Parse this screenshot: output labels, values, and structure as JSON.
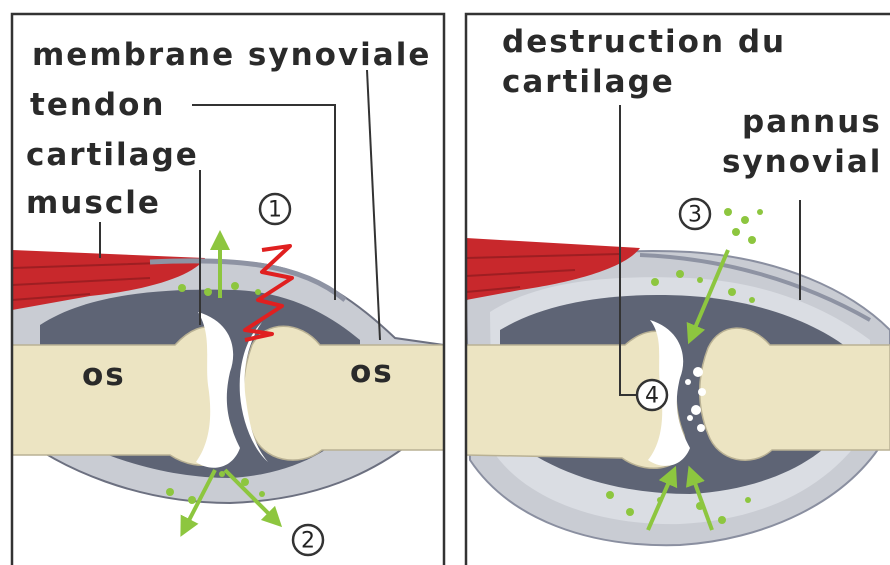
{
  "left_panel": {
    "labels": {
      "membrane": "membrane synoviale",
      "tendon": "tendon",
      "cartilage": "cartilage",
      "muscle": "muscle",
      "os_left": "os",
      "os_right": "os"
    },
    "markers": [
      "1",
      "2"
    ]
  },
  "right_panel": {
    "labels": {
      "destruction_line1": "destruction du",
      "destruction_line2": "cartilage",
      "pannus_line1": "pannus",
      "pannus_line2": "synovial"
    },
    "markers": [
      "3",
      "4"
    ]
  },
  "colors": {
    "muscle": "#c8282c",
    "bone": "#ece4c2",
    "capsule": "#c9ccd3",
    "synovium": "#5e6475",
    "inflammation": "#8dc63f",
    "pain": "#e02020",
    "frame": "#333333"
  }
}
